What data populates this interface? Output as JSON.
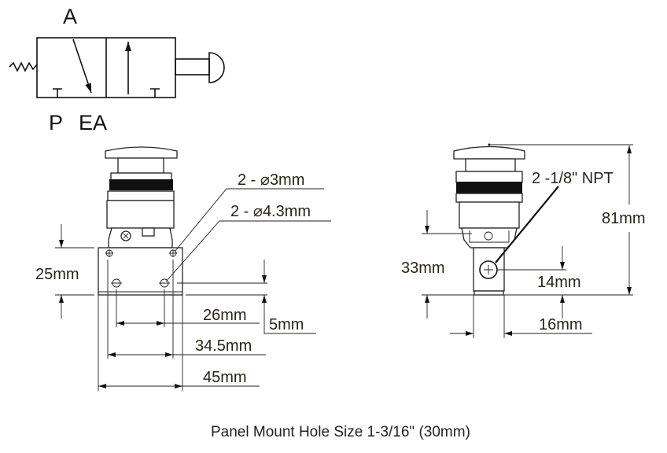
{
  "symbol": {
    "port_a": "A",
    "port_p": "P",
    "port_ea": "EA"
  },
  "front_view": {
    "hole_small": "2 - ⌀3mm",
    "hole_large": "2 - ⌀4.3mm",
    "height": "25mm",
    "hole_spacing": "26mm",
    "mount_spacing": "34.5mm",
    "width": "45mm",
    "hole_offset": "5mm"
  },
  "side_view": {
    "port": "2 -1/8\" NPT",
    "total_height": "81mm",
    "body_height": "33mm",
    "port_height": "14mm",
    "body_width": "16mm"
  },
  "caption": "Panel Mount Hole Size 1-3/16\" (30mm)"
}
